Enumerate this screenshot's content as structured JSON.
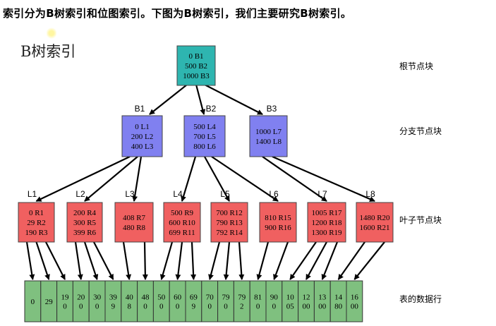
{
  "headline": "索引分为B树索引和位图索引。下图为B树索引，我们主要研究B树索引。",
  "subtitle": "B树索引",
  "level_labels": [
    "根节点块",
    "分支节点块",
    "叶子节点块",
    "表的数据行"
  ],
  "root": {
    "lines": [
      "0 B1",
      "500 B2",
      "1000 B3"
    ]
  },
  "branches": [
    {
      "name": "B1",
      "lines": [
        "0 L1",
        "200 L2",
        "400 L3"
      ]
    },
    {
      "name": "B2",
      "lines": [
        "500 L4",
        "700 L5",
        "800 L6"
      ]
    },
    {
      "name": "B3",
      "lines": [
        "1000 L7",
        "1400 L8"
      ]
    }
  ],
  "leaves": [
    {
      "name": "L1",
      "lines": [
        "0 R1",
        "29 R2",
        "190 R3"
      ]
    },
    {
      "name": "L2",
      "lines": [
        "200 R4",
        "300 R5",
        "399 R6"
      ]
    },
    {
      "name": "L3",
      "lines": [
        "408 R7",
        "480 R8"
      ]
    },
    {
      "name": "L4",
      "lines": [
        "500 R9",
        "600 R10",
        "699 R11"
      ]
    },
    {
      "name": "L5",
      "lines": [
        "700 R12",
        "790 R13",
        "792 R14"
      ]
    },
    {
      "name": "L6",
      "lines": [
        "810 R15",
        "900 R16"
      ]
    },
    {
      "name": "L7",
      "lines": [
        "1005 R17",
        "1200 R18",
        "1300 R19"
      ]
    },
    {
      "name": "L8",
      "lines": [
        "1480 R20",
        "1600 R21"
      ]
    }
  ],
  "data_cells": [
    [
      "0"
    ],
    [
      "29"
    ],
    [
      "19",
      "0"
    ],
    [
      "20",
      "0"
    ],
    [
      "30",
      "0"
    ],
    [
      "39",
      "9"
    ],
    [
      "40",
      "8"
    ],
    [
      "48",
      "0"
    ],
    [
      "50",
      "0"
    ],
    [
      "60",
      "0"
    ],
    [
      "69",
      "9"
    ],
    [
      "70",
      "0"
    ],
    [
      "79",
      "0"
    ],
    [
      "79",
      "2"
    ],
    [
      "81",
      "0"
    ],
    [
      "90",
      "0"
    ],
    [
      "10",
      "05"
    ],
    [
      "12",
      "00"
    ],
    [
      "13",
      "00"
    ],
    [
      "14",
      "80"
    ],
    [
      "16",
      "00"
    ]
  ],
  "colors": {
    "root_fill": "#2eb5b0",
    "branch_fill": "#8080f0",
    "leaf_fill": "#f06060",
    "data_fill": "#7fc07f",
    "edge": "#000000"
  }
}
